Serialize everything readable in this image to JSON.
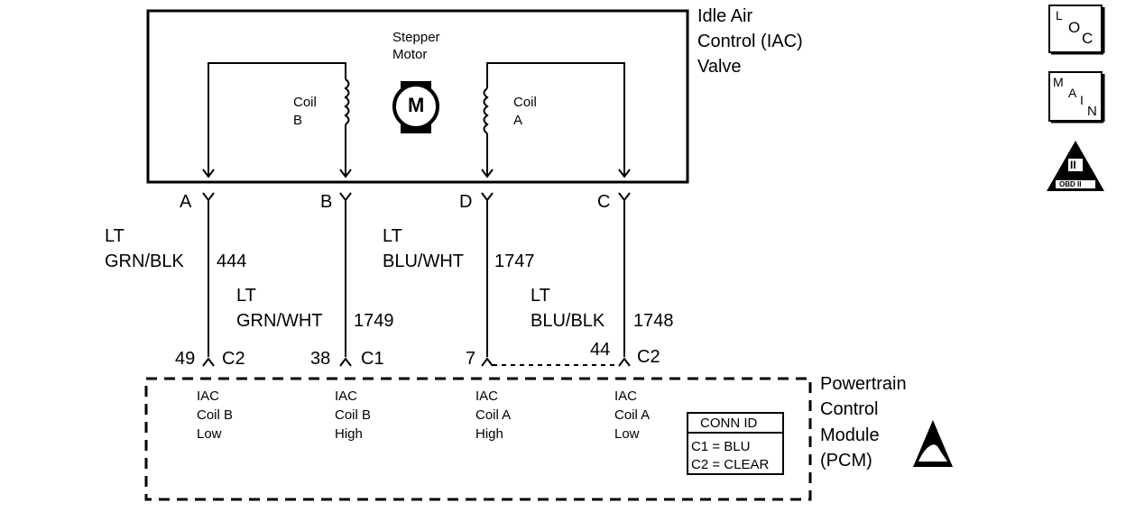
{
  "iac": {
    "title_line1": "Idle Air",
    "title_line2": "Control (IAC)",
    "title_line3": "Valve"
  },
  "motor": {
    "label_line1": "Stepper",
    "label_line2": "Motor",
    "symbol": "M"
  },
  "coil_b": {
    "line1": "Coil",
    "line2": "B"
  },
  "coil_a": {
    "line1": "Coil",
    "line2": "A"
  },
  "terminals": {
    "a": "A",
    "b": "B",
    "d": "D",
    "c": "C"
  },
  "wires": [
    {
      "color_line1": "LT",
      "color_line2": "GRN/BLK",
      "circuit": "444"
    },
    {
      "color_line1": "LT",
      "color_line2": "GRN/WHT",
      "circuit": "1749"
    },
    {
      "color_line1": "LT",
      "color_line2": "BLU/WHT",
      "circuit": "1747"
    },
    {
      "color_line1": "LT",
      "color_line2": "BLU/BLK",
      "circuit": "1748"
    }
  ],
  "pins": [
    {
      "pin": "49",
      "connector": "C2"
    },
    {
      "pin": "38",
      "connector": "C1"
    },
    {
      "pin": "7",
      "connector": ""
    },
    {
      "pin": "44",
      "connector": "C2"
    }
  ],
  "pcm_inputs": [
    {
      "line1": "IAC",
      "line2": "Coil B",
      "line3": "Low"
    },
    {
      "line1": "IAC",
      "line2": "Coil B",
      "line3": "High"
    },
    {
      "line1": "IAC",
      "line2": "Coil A",
      "line3": "High"
    },
    {
      "line1": "IAC",
      "line2": "Coil A",
      "line3": "Low"
    }
  ],
  "conn_id": {
    "title": "CONN ID",
    "c1": "C1 = BLU",
    "c2": "C2 = CLEAR"
  },
  "pcm": {
    "line1": "Powertrain",
    "line2": "Control",
    "line3": "Module",
    "line4": "(PCM)"
  },
  "side_icons": {
    "loc_l": "L",
    "loc_o": "O",
    "loc_c": "C",
    "main_m": "M",
    "main_a": "A",
    "main_i": "I",
    "main_n": "N",
    "obd_text": "OBD II",
    "obd_numeral": "II"
  }
}
